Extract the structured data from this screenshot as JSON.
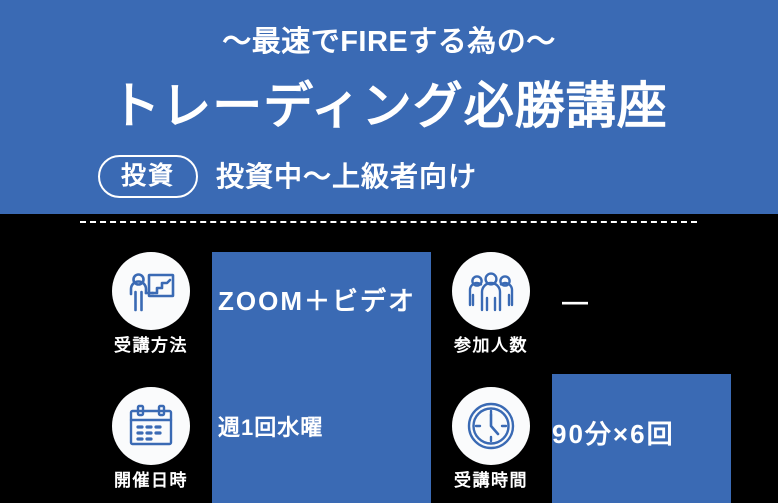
{
  "colors": {
    "brand_blue": "#3a6ab4",
    "background": "#000000",
    "text_on_blue": "#ffffff",
    "icon_stroke": "#3a6ab4",
    "icon_circle_bg": "#fafbfc"
  },
  "header": {
    "lead": "〜最速でFIREする為の〜",
    "title": "トレーディング必勝講座",
    "category_badge": "投資",
    "audience": "投資中〜上級者向け"
  },
  "divider": {
    "style": "dashed"
  },
  "info_items": [
    {
      "icon": "presenter-chart-icon",
      "label": "受講方法",
      "value": "ZOOM＋ビデオ"
    },
    {
      "icon": "people-group-icon",
      "label": "参加人数",
      "value": "—"
    },
    {
      "icon": "calendar-icon",
      "label": "開催日時",
      "value": "週1回水曜"
    },
    {
      "icon": "clock-icon",
      "label": "受講時間",
      "value": "90分×6回"
    }
  ]
}
